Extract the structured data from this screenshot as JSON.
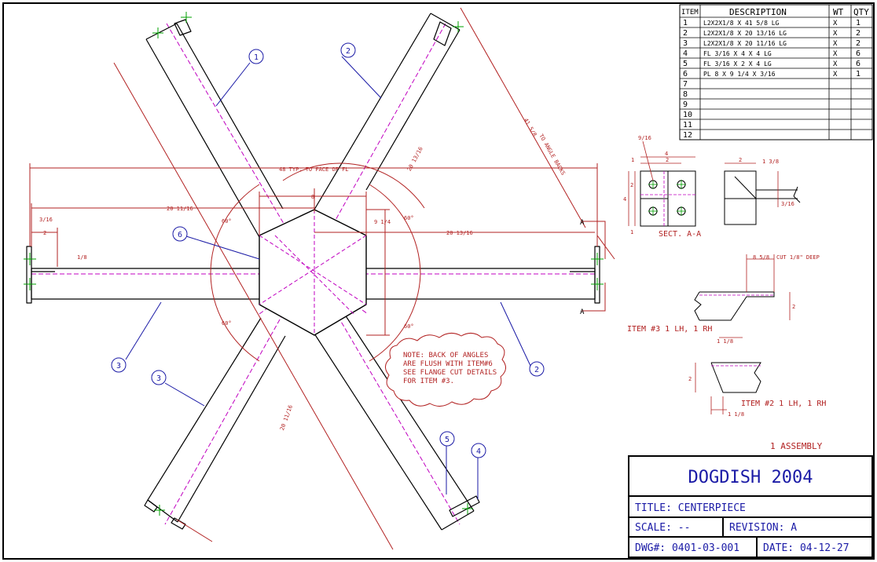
{
  "bom": {
    "headers": {
      "item": "ITEM",
      "description": "DESCRIPTION",
      "wt": "WT",
      "qty": "QTY"
    },
    "rows": [
      {
        "item": "1",
        "description": "L2X2X1/8 X 41 5/8 LG",
        "wt": "X",
        "qty": "1"
      },
      {
        "item": "2",
        "description": "L2X2X1/8 X 20 13/16 LG",
        "wt": "X",
        "qty": "2"
      },
      {
        "item": "3",
        "description": "L2X2X1/8 X 20 11/16 LG",
        "wt": "X",
        "qty": "2"
      },
      {
        "item": "4",
        "description": "FL 3/16 X 4 X 4 LG",
        "wt": "X",
        "qty": "6"
      },
      {
        "item": "5",
        "description": "FL 3/16 X 2 X 4 LG",
        "wt": "X",
        "qty": "6"
      },
      {
        "item": "6",
        "description": "PL 8 X 9 1/4 X 3/16",
        "wt": "X",
        "qty": "1"
      },
      {
        "item": "7",
        "description": "",
        "wt": "",
        "qty": ""
      },
      {
        "item": "8",
        "description": "",
        "wt": "",
        "qty": ""
      },
      {
        "item": "9",
        "description": "",
        "wt": "",
        "qty": ""
      },
      {
        "item": "10",
        "description": "",
        "wt": "",
        "qty": ""
      },
      {
        "item": "11",
        "description": "",
        "wt": "",
        "qty": ""
      },
      {
        "item": "12",
        "description": "",
        "wt": "",
        "qty": ""
      }
    ]
  },
  "title_block": {
    "project": "DOGDISH 2004",
    "title": "TITLE: CENTERPIECE",
    "scale": "SCALE: --",
    "revision": "REVISION: A",
    "dwg_no": "DWG#: 0401-03-001",
    "date": "DATE: 04-12-27"
  },
  "assembly_note": "1 ASSEMBLY",
  "note_cloud": [
    "NOTE: BACK OF ANGLES",
    "ARE FLUSH WITH ITEM#6",
    "SEE FLANGE CUT DETAILS",
    "FOR ITEM #3."
  ],
  "balloons": [
    "1",
    "2",
    "2",
    "3",
    "3",
    "4",
    "5",
    "6"
  ],
  "dimensions": {
    "overall": "48 TYP. TO FACE OF FL",
    "left_length": "20 11/16",
    "right_length": "20 13/16",
    "plate_width": "8",
    "left_offset_2": "2",
    "left_offset_frac": "3/16",
    "small_frac": "1/8",
    "diagonal_left": "20 11/16",
    "diagonal_right": "20 13/16",
    "diagonal_top": "41 5/8",
    "diag_angle_note": "TO ANGLE BACKS",
    "angle_60_a": "60°",
    "angle_60_b": "60°",
    "angle_60_c": "60°",
    "angle_60_d": "60°",
    "plate_height": "9 1/4",
    "section_mark_top": "A",
    "section_mark_bottom": "A"
  },
  "section_view": {
    "label": "SECT. A-A",
    "dim_4": "4",
    "dim_1": "1",
    "dim_2": "2",
    "dim_hole": "9/16",
    "side_dim_2": "2",
    "side_dim_frac": "1 3/8",
    "side_dim_v": "3/16"
  },
  "detail_3": {
    "label": "ITEM #3 1 LH, 1 RH",
    "cut_note": "CUT 1/8\" DEEP",
    "dim_top": "8 5/8",
    "dim_side": "2",
    "dim_bottom": "1 1/8"
  },
  "detail_2": {
    "label": "ITEM #2 1 LH, 1 RH",
    "dim_side": "2",
    "dim_bottom": "1 1/8"
  },
  "colors": {
    "frame": "#000000",
    "dimension": "#b22222",
    "balloon": "#1a1aa6",
    "centerline": "#c000c0",
    "weld": "#00a000"
  }
}
